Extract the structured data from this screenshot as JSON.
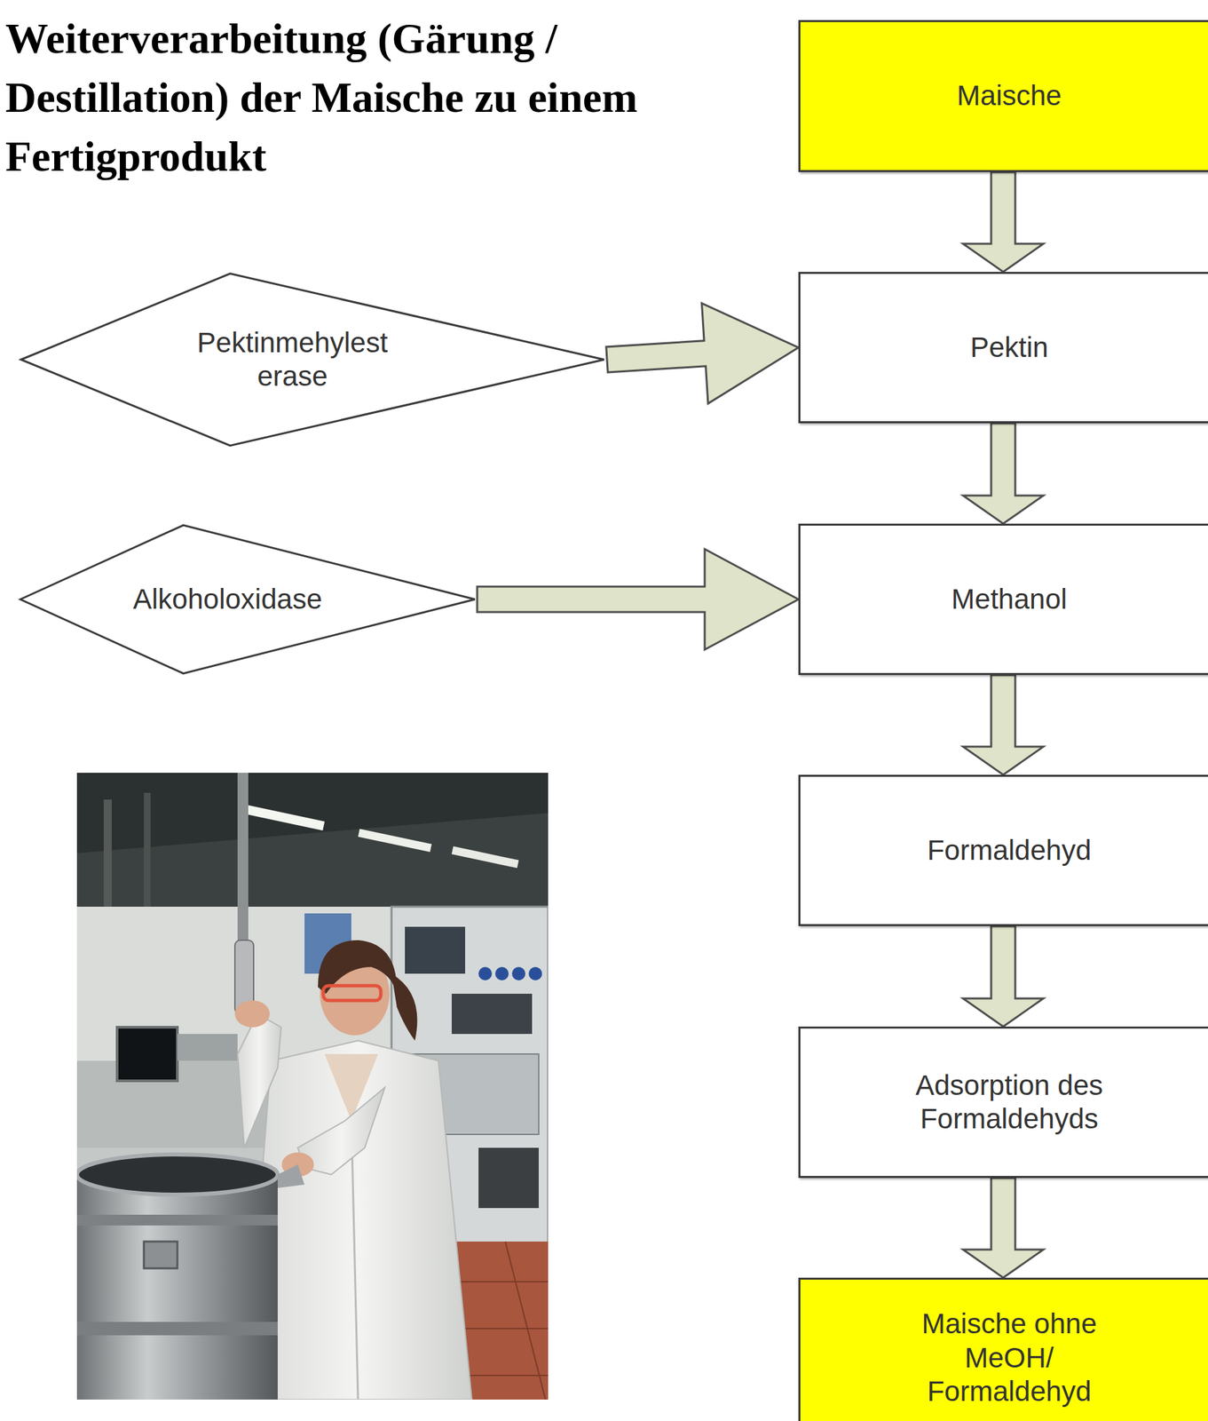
{
  "diagram": {
    "title": "Weiterverarbeitung (Gärung / Destillation) der Maische zu einem Fertigprodukt",
    "nodes": [
      {
        "text": [
          "Maische"
        ]
      },
      {
        "text": [
          "Pektinmehylest erase"
        ]
      },
      {
        "text": [
          "Pektin"
        ]
      },
      {
        "text": [
          "Alkoholoxidase"
        ]
      },
      {
        "text": [
          "Methanol"
        ]
      },
      {
        "text": [
          "Formaldehyd"
        ]
      },
      {
        "text": [
          "Adsorption des Formaldehyds"
        ]
      },
      {
        "text": [
          "Maische ohne MeOH/ Formaldehyd"
        ]
      }
    ],
    "edges": [
      {
        "from": 0,
        "to": 2,
        "arrow": "to"
      },
      {
        "from": 1,
        "to": 2,
        "arrow": "to"
      },
      {
        "from": 2,
        "to": 4,
        "arrow": "to"
      },
      {
        "from": 3,
        "to": 4,
        "arrow": "to"
      },
      {
        "from": 4,
        "to": 5,
        "arrow": "to"
      },
      {
        "from": 5,
        "to": 6,
        "arrow": "to"
      },
      {
        "from": 6,
        "to": 7,
        "arrow": "to"
      }
    ]
  }
}
